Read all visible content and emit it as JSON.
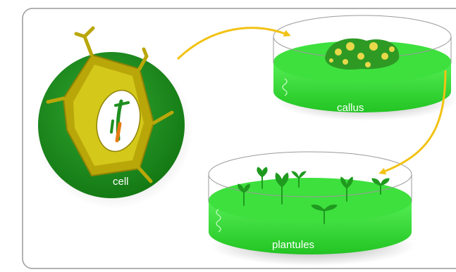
{
  "labels": {
    "cell": "cell",
    "callus": "callus",
    "plantules": "plantules"
  },
  "colors": {
    "frame": "#9a9a9a",
    "cell_outer": "#1f8f1f",
    "cell_wall": "#b9a70a",
    "nucleus": "#ffffff",
    "dish_green": "#33dd33",
    "arrow": "#f2c214",
    "callus_clump": "#2e9a24",
    "plantlet": "#1f9a1f"
  }
}
